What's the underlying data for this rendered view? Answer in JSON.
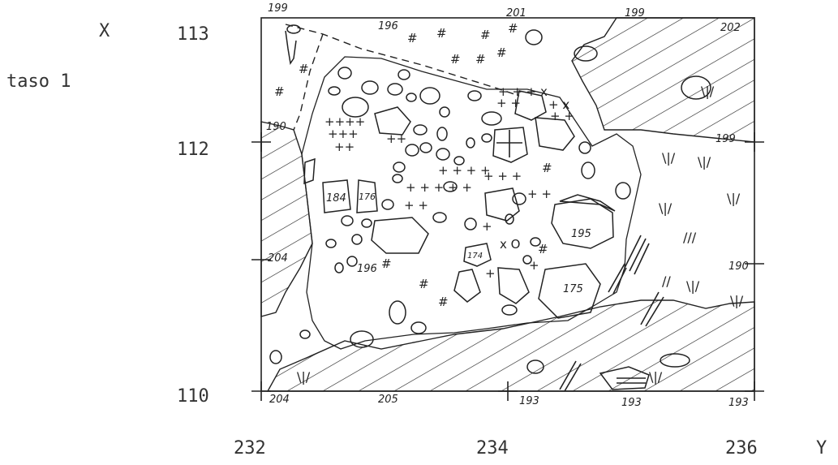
{
  "axis_x_label": "X",
  "axis_y_label": "Y",
  "layer_label": "taso 1",
  "x_ticks": [
    "113",
    "112",
    "110"
  ],
  "y_ticks": [
    "232",
    "234",
    "236"
  ],
  "elevations": {
    "top_1": "199",
    "top_2": "196",
    "top_3": "201",
    "top_4": "199",
    "top_5": "202",
    "left_1": "190",
    "left_2": "204",
    "right_1": "199",
    "right_2": "190",
    "bottom_1": "204",
    "bottom_2": "205",
    "bottom_3": "193",
    "bottom_4": "193",
    "bottom_5": "193"
  },
  "stone_numbers": {
    "s184": "184",
    "s176": "176",
    "s195": "195",
    "s196": "196",
    "s174": "174",
    "s175": "175"
  },
  "colors": {
    "line": "#222222",
    "text": "#333333",
    "background": "#ffffff"
  }
}
